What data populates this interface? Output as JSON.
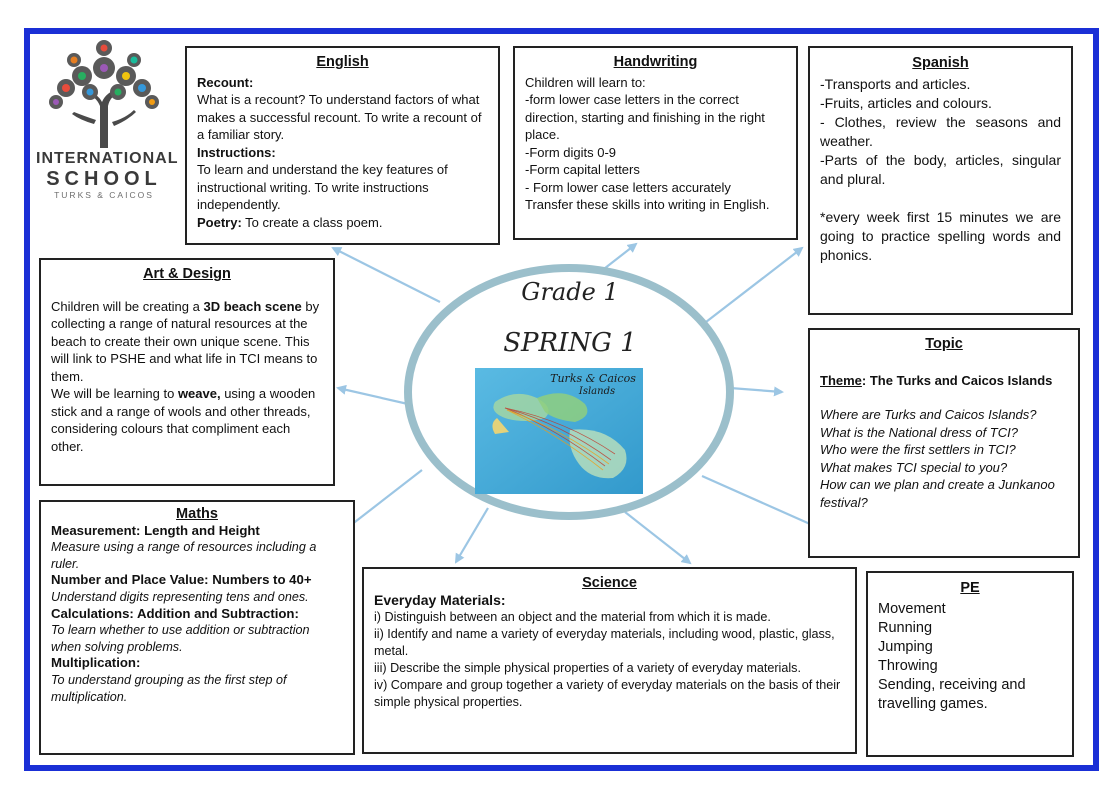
{
  "logo": {
    "line1": "INTERNATIONAL",
    "line2": "SCHOOL",
    "line3": "TURKS & CAICOS"
  },
  "center": {
    "title": "Grade 1",
    "subtitle": "SPRING 1",
    "map": {
      "title_line1": "Turks & Caicos",
      "title_line2": "Islands"
    }
  },
  "english": {
    "heading": "English",
    "recount_label": "Recount:",
    "recount_text": "What is a recount? To understand factors of what makes a successful recount. To write a recount of a familiar story.",
    "instructions_label": "Instructions:",
    "instructions_text": "To learn and understand the key features of instructional writing. To write instructions independently.",
    "poetry_label": "Poetry:",
    "poetry_text": " To create a class poem."
  },
  "handwriting": {
    "heading": "Handwriting",
    "lines": [
      "Children will learn to:",
      "-form lower case letters in the correct direction, starting and finishing in the right place.",
      "-Form digits 0-9",
      "-Form capital letters",
      "- Form lower case letters accurately",
      "Transfer these skills into writing in English."
    ]
  },
  "spanish": {
    "heading": "Spanish",
    "lines": [
      "-Transports and articles.",
      "-Fruits, articles and colours.",
      "- Clothes, review the seasons and weather.",
      "-Parts of the body, articles, singular and plural."
    ],
    "note": "*every week first 15 minutes we are going to practice spelling words and phonics."
  },
  "art": {
    "heading": "Art & Design",
    "p1_a": "Children will be creating a ",
    "p1_b": "3D beach scene",
    "p1_c": " by collecting a range of natural resources at the beach to create their own unique scene. This will link to PSHE and what life in TCI means to them.",
    "p2_a": "We will be learning to ",
    "p2_b": "weave,",
    "p2_c": " using a wooden stick and a range of wools and other threads, considering colours that compliment each other."
  },
  "topic": {
    "heading": "Topic",
    "theme_label": "Theme",
    "theme_text": ": The Turks and Caicos Islands",
    "questions": [
      "Where are Turks and Caicos Islands?",
      "What is the National dress of TCI?",
      "Who were the first settlers in TCI?",
      "What makes TCI special to you?",
      "How can we plan and create a Junkanoo festival?"
    ]
  },
  "maths": {
    "heading": "Maths",
    "items": [
      {
        "label": "Measurement: Length and Height",
        "text": "Measure using a range of resources including a ruler."
      },
      {
        "label": "Number and Place Value: Numbers to 40+",
        "text": "Understand digits representing tens and ones."
      },
      {
        "label": "Calculations: Addition and Subtraction:",
        "text": "To learn whether to use addition or subtraction when solving problems."
      },
      {
        "label": "Multiplication:",
        "text": "To understand grouping as the first step of multiplication."
      }
    ]
  },
  "science": {
    "heading": "Science",
    "subheading": "Everyday Materials:",
    "lines": [
      "i) Distinguish between an object and the material from which it is made.",
      "ii) Identify and name a variety of everyday materials, including wood, plastic, glass, metal.",
      "iii) Describe the simple physical properties of a variety of everyday materials.",
      "iv) Compare and group together a variety of everyday materials on the basis of their simple physical properties."
    ]
  },
  "pe": {
    "heading": "PE",
    "lines": [
      "Movement",
      "Running",
      "Jumping",
      "Throwing",
      "Sending, receiving and travelling games."
    ]
  },
  "colors": {
    "frame": "#1a2fd6",
    "ellipse": "#9bbfcb",
    "arrow": "#9cc6e4",
    "sea": "#3fa9d8"
  }
}
